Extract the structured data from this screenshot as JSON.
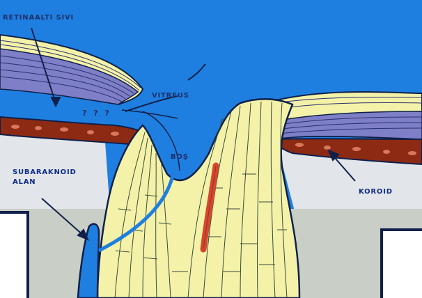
{
  "labels": {
    "subretinal_fluid": "RETINAALTI SIVI",
    "vitreus": "VITREUS",
    "question_marks": "? ? ?",
    "bos": "BOŞ",
    "subarachnoid_line1": "SUBARAKNOID",
    "subarachnoid_line2": "ALAN",
    "choroid": "KOROID"
  },
  "colors": {
    "background_blue": "#1e7fe0",
    "nerve_yellow": "#f3f2a8",
    "choroid_brown": "#8c2a14",
    "vessel_red": "#d8462a",
    "gray_panel": "#c9cec6",
    "light_panel": "#dfe3e6",
    "outline": "#10204a"
  }
}
